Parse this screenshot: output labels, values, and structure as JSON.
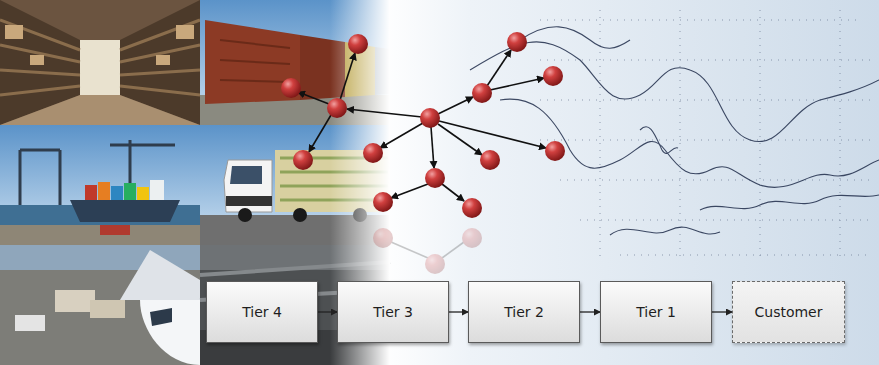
{
  "diagram": {
    "nodes": [
      {
        "text": [
          "Tier 4"
        ]
      },
      {
        "text": [
          "Tier 3"
        ]
      },
      {
        "text": [
          "Tier 2"
        ]
      },
      {
        "text": [
          "Tier 1"
        ]
      },
      {
        "text": [
          "Customer"
        ]
      }
    ],
    "edges": [
      {
        "from": 0,
        "to": 1,
        "arrow": "to"
      },
      {
        "from": 1,
        "to": 2,
        "arrow": "to"
      },
      {
        "from": 2,
        "to": 3,
        "arrow": "to"
      },
      {
        "from": 3,
        "to": 4,
        "arrow": "to"
      }
    ]
  }
}
